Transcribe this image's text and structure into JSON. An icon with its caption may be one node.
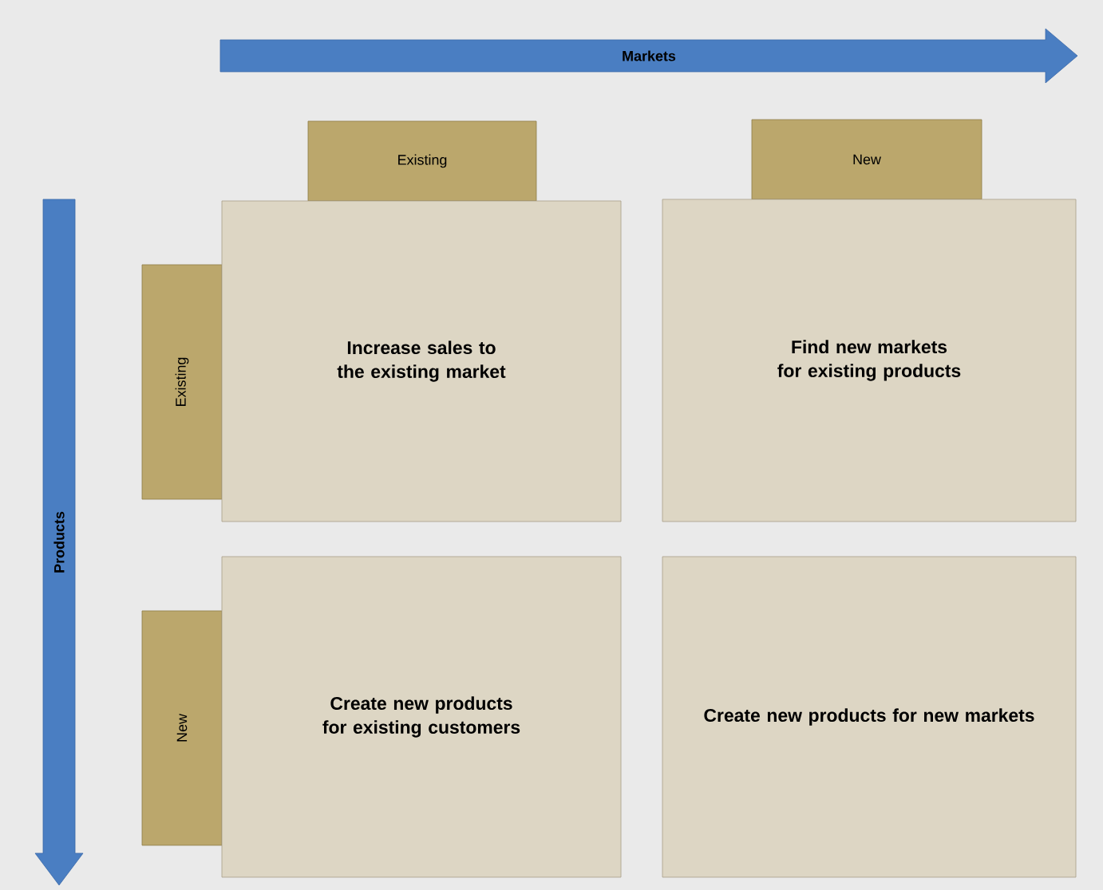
{
  "diagram": {
    "nodes": [
      {
        "text": [
          "Markets"
        ]
      },
      {
        "text": [
          "Existing"
        ]
      },
      {
        "text": [
          "New"
        ]
      },
      {
        "text": [
          "Products"
        ]
      },
      {
        "text": [
          "Existing"
        ]
      },
      {
        "text": [
          "Increase sales to the existing market"
        ]
      },
      {
        "text": [
          "Find new markets for existing products"
        ]
      },
      {
        "text": [
          "New"
        ]
      },
      {
        "text": [
          "Create new products for existing customers"
        ]
      },
      {
        "text": [
          "Create new products for new markets"
        ]
      }
    ]
  }
}
